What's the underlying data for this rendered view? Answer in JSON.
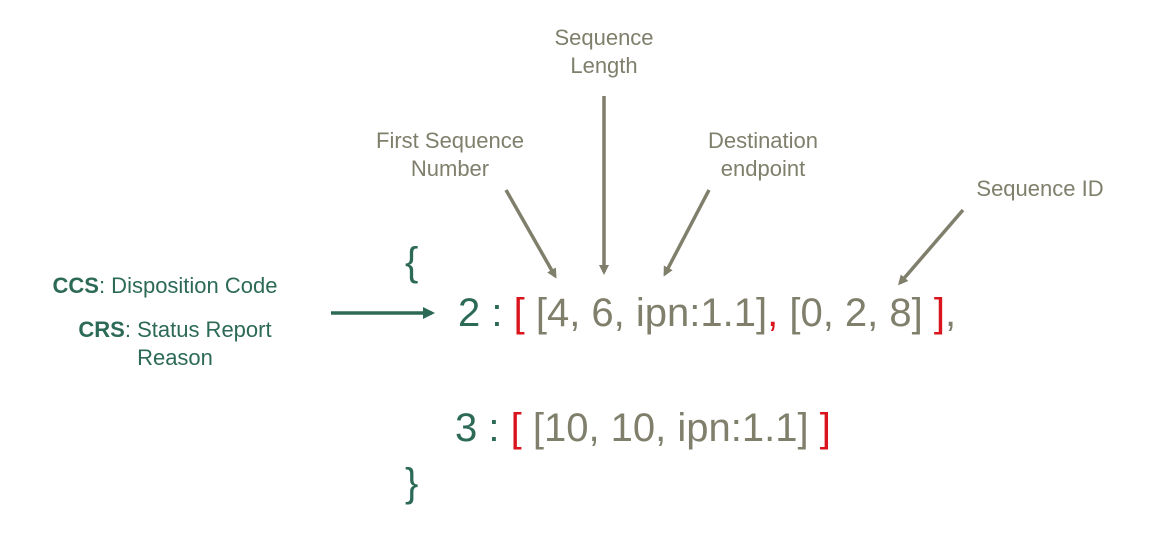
{
  "annotations": {
    "sequence_length": [
      "Sequence",
      "Length"
    ],
    "first_sequence_number": [
      "First Sequence",
      "Number"
    ],
    "destination_endpoint": [
      "Destination",
      "endpoint"
    ],
    "sequence_id": "Sequence ID"
  },
  "legend": {
    "ccs_key": "CCS",
    "ccs_text": ": Disposition Code",
    "crs_key": "CRS",
    "crs_text": ": Status Report",
    "crs_text_line2": "Reason"
  },
  "code": {
    "open_brace": "{",
    "close_brace": "}",
    "line1": {
      "key": "2",
      "colon": " : ",
      "open_bracket": "[",
      "group1": " [4, 6, ipn:1.1]",
      "separator": ",",
      "group2": " [0, 2, 8] ",
      "close_bracket": "]",
      "trailing": ","
    },
    "line2": {
      "key": "3",
      "colon": " : ",
      "open_bracket": "[",
      "group1": " [10, 10, ipn:1.1] ",
      "close_bracket": "]"
    }
  },
  "colors": {
    "annotation": "#7f7f6c",
    "key_green": "#2c6a57",
    "bracket_red": "#d9141d"
  }
}
